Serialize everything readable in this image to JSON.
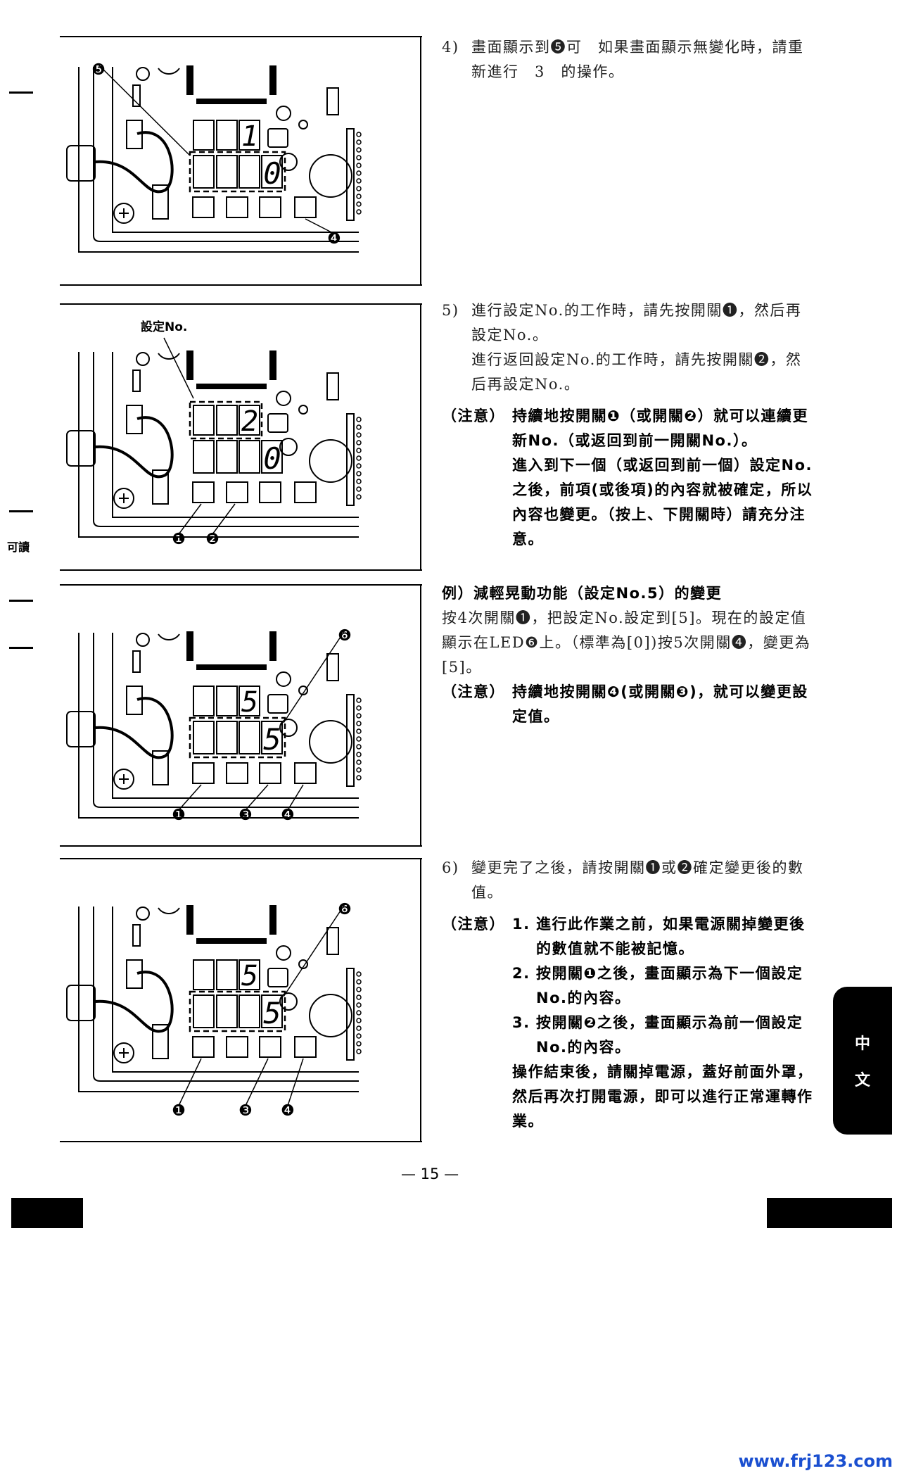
{
  "figures": [
    {
      "id": "fig4",
      "top_digit": "1",
      "bottom_digit": "0",
      "dashed": "bottom",
      "label": "",
      "callouts": [
        {
          "label": "❺",
          "target": "display"
        },
        {
          "label": "❹",
          "target": "button-4"
        }
      ]
    },
    {
      "id": "fig5",
      "top_digit": "2",
      "bottom_digit": "0",
      "dashed": "top",
      "label": "設定No.",
      "callouts": [
        {
          "label": "❶",
          "target": "button-1"
        },
        {
          "label": "❷",
          "target": "button-2"
        }
      ]
    },
    {
      "id": "fig-example",
      "top_digit": "5",
      "bottom_digit": "5",
      "dashed": "bottom",
      "label": "",
      "callouts": [
        {
          "label": "❻",
          "target": "display"
        },
        {
          "label": "❶",
          "target": "button-1"
        },
        {
          "label": "❸",
          "target": "button-3"
        },
        {
          "label": "❹",
          "target": "button-4"
        }
      ]
    },
    {
      "id": "fig6",
      "top_digit": "5",
      "bottom_digit": "5",
      "dashed": "bottom",
      "label": "",
      "callouts": [
        {
          "label": "❻",
          "target": "display"
        },
        {
          "label": "❶",
          "target": "button-1"
        },
        {
          "label": "❸",
          "target": "button-3"
        },
        {
          "label": "❹",
          "target": "button-4"
        }
      ]
    }
  ],
  "step4": {
    "num": "4)",
    "text": "畫面顯示到❺可　如果畫面顯示無變化時，請重新進行　3　的操作。"
  },
  "step5": {
    "num": "5)",
    "line1": "進行設定No.的工作時，請先按開關❶，然后再設定No.。",
    "line2": "進行返回設定No.的工作時，請先按開關❷，然后再設定No.。",
    "note_head": "（注意）",
    "note1": "持續地按開關❶（或開關❷）就可以連續更新No.（或返回到前一開關No.）。",
    "note2": "進入到下一個（或返回到前一個）設定No.之後，前項(或後項)的內容就被確定，所以內容也變更。（按上、下開關時）請充分注意。"
  },
  "example": {
    "title": "例）減輕晃動功能（設定No.5）的變更",
    "text": "按4次開關❶，把設定No.設定到[5]。現在的設定值顯示在LED❻上。（標準為[0])按5次開關❹，變更為[5]。",
    "note_head": "（注意）",
    "note": "持續地按開關❹(或開關❸)，就可以變更設定值。"
  },
  "step6": {
    "num": "6)",
    "text": "變更完了之後，請按開關❶或❷確定變更後的數值。",
    "note_head": "（注意）",
    "items": [
      {
        "n": "1.",
        "text": "進行此作業之前，如果電源關掉變更後的數值就不能被記憶。"
      },
      {
        "n": "2.",
        "text": "按開關❶之後，畫面顯示為下一個設定No.的內容。"
      },
      {
        "n": "3.",
        "text": "按開關❷之後，畫面顯示為前一個設定No.的內容。"
      }
    ],
    "closing": "操作結束後，請關掉電源，蓋好前面外罩，然后再次打開電源，即可以進行正常運轉作業。"
  },
  "page_number": "— 15 —",
  "side_tab": {
    "c1": "中",
    "c2": "文"
  },
  "margin_mark": "可讀",
  "watermark": "www.frj123.com"
}
